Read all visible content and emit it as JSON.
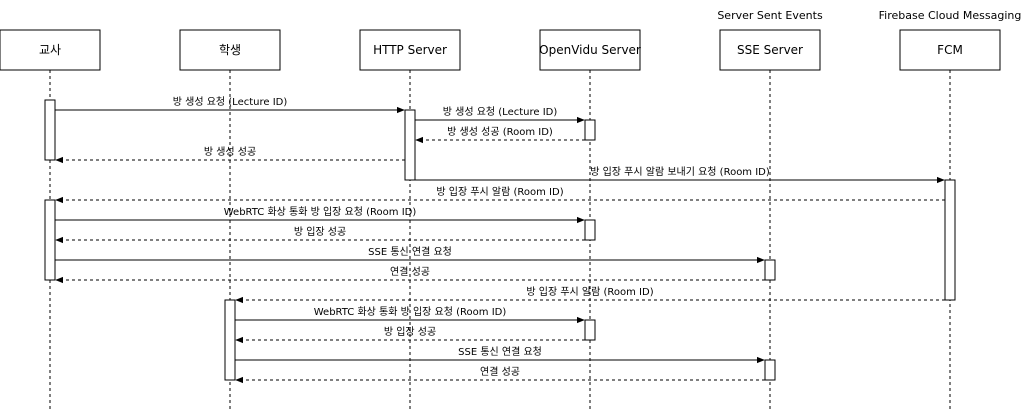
{
  "participants": [
    {
      "id": "teacher",
      "label": "교사",
      "note": ""
    },
    {
      "id": "student",
      "label": "학생",
      "note": ""
    },
    {
      "id": "http",
      "label": "HTTP Server",
      "note": ""
    },
    {
      "id": "openvidu",
      "label": "OpenVidu Server",
      "note": ""
    },
    {
      "id": "sse",
      "label": "SSE Server",
      "note": "Server Sent Events"
    },
    {
      "id": "fcm",
      "label": "FCM",
      "note": "Firebase Cloud Messaging"
    }
  ],
  "messages": [
    {
      "from": "teacher",
      "to": "http",
      "label": "방 생성 요청 (Lecture ID)",
      "style": "solid"
    },
    {
      "from": "http",
      "to": "openvidu",
      "label": "방 생성 요청 (Lecture ID)",
      "style": "solid"
    },
    {
      "from": "openvidu",
      "to": "http",
      "label": "방 생성 성공 (Room ID)",
      "style": "dashed"
    },
    {
      "from": "http",
      "to": "teacher",
      "label": "방 생성 성공",
      "style": "dashed"
    },
    {
      "from": "http",
      "to": "fcm",
      "label": "방 입장 푸시 알람 보내기 요청 (Room ID)",
      "style": "solid"
    },
    {
      "from": "fcm",
      "to": "teacher",
      "label": "방 입장 푸시 알람 (Room ID)",
      "style": "dashed"
    },
    {
      "from": "teacher",
      "to": "openvidu",
      "label": "WebRTC 화상 통화 방 입장 요청 (Room ID)",
      "style": "solid"
    },
    {
      "from": "openvidu",
      "to": "teacher",
      "label": "방 입장 성공",
      "style": "dashed"
    },
    {
      "from": "teacher",
      "to": "sse",
      "label": "SSE 통신 연결 요청",
      "style": "solid"
    },
    {
      "from": "sse",
      "to": "teacher",
      "label": "연결 성공",
      "style": "dashed"
    },
    {
      "from": "fcm",
      "to": "student",
      "label": "방 입장 푸시 알람 (Room ID)",
      "style": "dashed"
    },
    {
      "from": "student",
      "to": "openvidu",
      "label": "WebRTC 화상 통화 방 입장 요청 (Room ID)",
      "style": "solid"
    },
    {
      "from": "openvidu",
      "to": "student",
      "label": "방 입장 성공",
      "style": "dashed"
    },
    {
      "from": "student",
      "to": "sse",
      "label": "SSE 통신 연결 요청",
      "style": "solid"
    },
    {
      "from": "sse",
      "to": "student",
      "label": "연결 성공",
      "style": "dashed"
    }
  ]
}
